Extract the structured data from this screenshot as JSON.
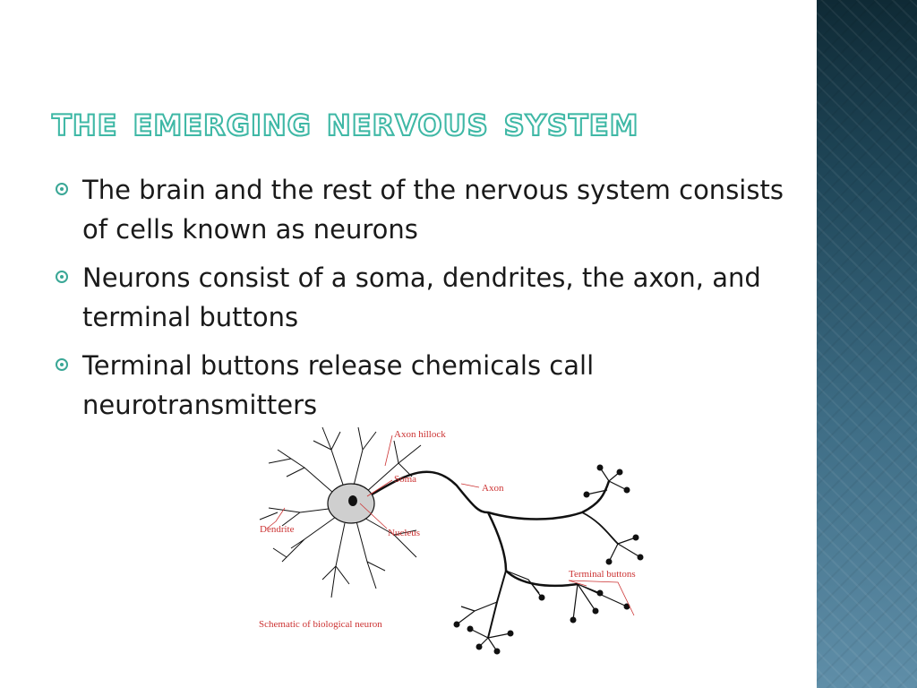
{
  "slide": {
    "title": "The Emerging Nervous System",
    "bullets": [
      "The brain and the rest of the nervous system consists of cells known as neurons",
      "Neurons consist of a soma, dendrites, the axon, and terminal buttons",
      "Terminal buttons release chemicals call neurotransmitters"
    ]
  },
  "figure": {
    "labels": {
      "axon_hillock": "Axon hillock",
      "soma": "Soma",
      "axon": "Axon",
      "dendrite": "Dendrite",
      "nucleus": "Nucleus",
      "terminal_buttons": "Terminal buttons",
      "caption": "Schematic of biological neuron"
    }
  },
  "colors": {
    "title_accent": "#3fb8a6",
    "label_red": "#cc3333",
    "side_panel": "#3d6c84"
  }
}
